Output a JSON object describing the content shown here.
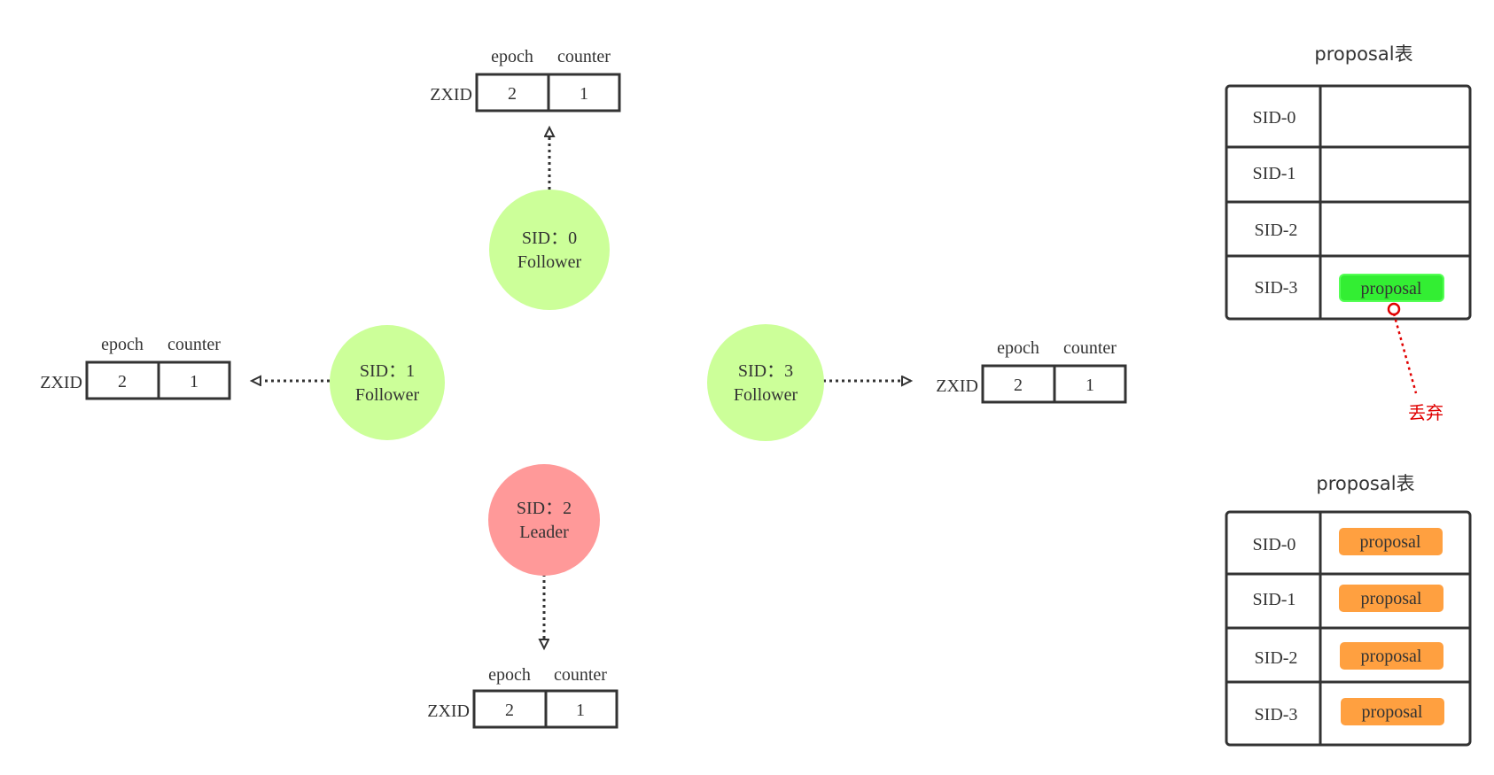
{
  "nodes": [
    {
      "id": "sid0",
      "label": "SID：0",
      "role": "Follower",
      "color": "#ccff99"
    },
    {
      "id": "sid1",
      "label": "SID：1",
      "role": "Follower",
      "color": "#ccff99"
    },
    {
      "id": "sid2",
      "label": "SID：2",
      "role": "Leader",
      "color": "#ff9999"
    },
    {
      "id": "sid3",
      "label": "SID：3",
      "role": "Follower",
      "color": "#ccff99"
    }
  ],
  "zxid_boxes": [
    {
      "node": "sid0",
      "prefix": "ZXID",
      "header_epoch": "epoch",
      "header_counter": "counter",
      "epoch": "2",
      "counter": "1"
    },
    {
      "node": "sid1",
      "prefix": "ZXID",
      "header_epoch": "epoch",
      "header_counter": "counter",
      "epoch": "2",
      "counter": "1"
    },
    {
      "node": "sid2",
      "prefix": "ZXID",
      "header_epoch": "epoch",
      "header_counter": "counter",
      "epoch": "2",
      "counter": "1"
    },
    {
      "node": "sid3",
      "prefix": "ZXID",
      "header_epoch": "epoch",
      "header_counter": "counter",
      "epoch": "2",
      "counter": "1"
    }
  ],
  "tables": [
    {
      "title": "proposal表",
      "rows": [
        {
          "sid": "SID-0",
          "proposal": ""
        },
        {
          "sid": "SID-1",
          "proposal": ""
        },
        {
          "sid": "SID-2",
          "proposal": ""
        },
        {
          "sid": "SID-3",
          "proposal": "proposal",
          "proposal_color": "#33ee33"
        }
      ],
      "annotation": {
        "text": "丢弃",
        "color": "#e00000"
      }
    },
    {
      "title": "proposal表",
      "rows": [
        {
          "sid": "SID-0",
          "proposal": "proposal",
          "proposal_color": "#ffa040"
        },
        {
          "sid": "SID-1",
          "proposal": "proposal",
          "proposal_color": "#ffa040"
        },
        {
          "sid": "SID-2",
          "proposal": "proposal",
          "proposal_color": "#ffa040"
        },
        {
          "sid": "SID-3",
          "proposal": "proposal",
          "proposal_color": "#ffa040"
        }
      ]
    }
  ]
}
